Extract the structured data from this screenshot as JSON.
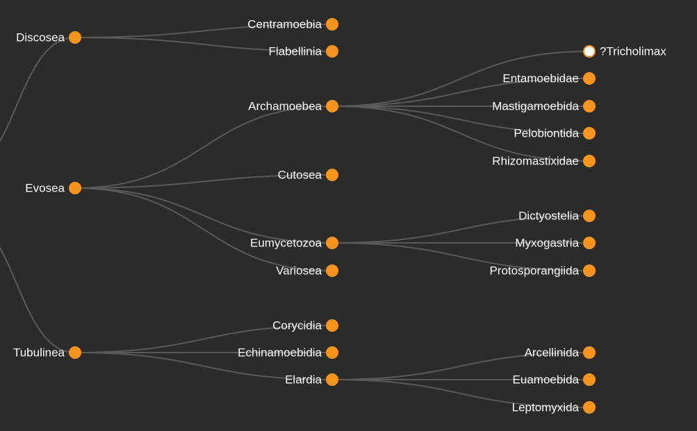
{
  "colors": {
    "background": "#2b2b29",
    "link": "#5a5a56",
    "node_fill": "#f7941d",
    "node_open_fill": "#ffffff",
    "label": "#ffffff"
  },
  "tree": {
    "columns": [
      {
        "nodes": [
          {
            "id": "discosea",
            "label": "Discosea",
            "collapsed": true
          },
          {
            "id": "evosea",
            "label": "Evosea",
            "collapsed": true
          },
          {
            "id": "tubulinea",
            "label": "Tubulinea",
            "collapsed": true
          }
        ]
      },
      {
        "nodes": [
          {
            "id": "centramoebia",
            "label": "Centramoebia",
            "parent": "discosea",
            "collapsed": true
          },
          {
            "id": "flabellinia",
            "label": "Flabellinia",
            "parent": "discosea",
            "collapsed": true
          },
          {
            "id": "archamoebea",
            "label": "Archamoebea",
            "parent": "evosea",
            "collapsed": true
          },
          {
            "id": "cutosea",
            "label": "Cutosea",
            "parent": "evosea",
            "collapsed": true
          },
          {
            "id": "eumycetozoa",
            "label": "Eumycetozoa",
            "parent": "evosea",
            "collapsed": true
          },
          {
            "id": "variosea",
            "label": "Variosea",
            "parent": "evosea",
            "collapsed": true
          },
          {
            "id": "corycidia",
            "label": "Corycidia",
            "parent": "tubulinea",
            "collapsed": true
          },
          {
            "id": "echinamoebidia",
            "label": "Echinamoebidia",
            "parent": "tubulinea",
            "collapsed": true
          },
          {
            "id": "elardia",
            "label": "Elardia",
            "parent": "tubulinea",
            "collapsed": true
          }
        ]
      },
      {
        "nodes": [
          {
            "id": "tricholimax",
            "label": "?Tricholimax",
            "parent": "archamoebea",
            "collapsed": false
          },
          {
            "id": "entamoebidae",
            "label": "Entamoebidae",
            "parent": "archamoebea",
            "collapsed": true
          },
          {
            "id": "mastigamoebida",
            "label": "Mastigamoebida",
            "parent": "archamoebea",
            "collapsed": true
          },
          {
            "id": "pelobiontida",
            "label": "Pelobiontida",
            "parent": "archamoebea",
            "collapsed": true
          },
          {
            "id": "rhizomastixidae",
            "label": "Rhizomastixidae",
            "parent": "archamoebea",
            "collapsed": true
          },
          {
            "id": "dictyostelia",
            "label": "Dictyostelia",
            "parent": "eumycetozoa",
            "collapsed": true
          },
          {
            "id": "myxogastria",
            "label": "Myxogastria",
            "parent": "eumycetozoa",
            "collapsed": true
          },
          {
            "id": "protosporangiida",
            "label": "Protosporangiida",
            "parent": "eumycetozoa",
            "collapsed": true
          },
          {
            "id": "arcellinida",
            "label": "Arcellinida",
            "parent": "elardia",
            "collapsed": true
          },
          {
            "id": "euamoebida",
            "label": "Euamoebida",
            "parent": "elardia",
            "collapsed": true
          },
          {
            "id": "leptomyxida",
            "label": "Leptomyxida",
            "parent": "elardia",
            "collapsed": true
          }
        ]
      }
    ]
  }
}
